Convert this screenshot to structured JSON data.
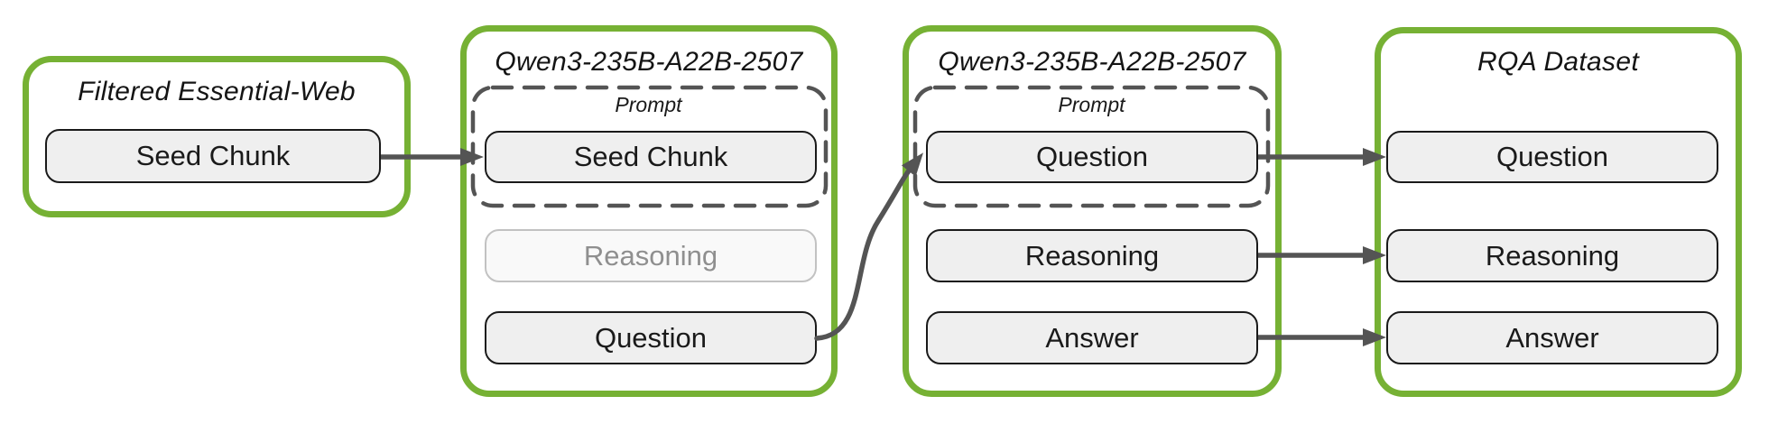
{
  "diagram": {
    "stages": [
      {
        "title": "Filtered Essential-Web",
        "items": [
          {
            "label": "Seed Chunk",
            "state": "normal"
          }
        ]
      },
      {
        "title": "Qwen3-235B-A22B-2507",
        "prompt": {
          "label": "Prompt",
          "items": [
            {
              "label": "Seed Chunk",
              "state": "normal"
            }
          ]
        },
        "outputs": [
          {
            "label": "Reasoning",
            "state": "faded"
          },
          {
            "label": "Question",
            "state": "normal"
          }
        ]
      },
      {
        "title": "Qwen3-235B-A22B-2507",
        "prompt": {
          "label": "Prompt",
          "items": [
            {
              "label": "Question",
              "state": "normal"
            }
          ]
        },
        "outputs": [
          {
            "label": "Reasoning",
            "state": "normal"
          },
          {
            "label": "Answer",
            "state": "normal"
          }
        ]
      },
      {
        "title": "RQA Dataset",
        "items": [
          {
            "label": "Question",
            "state": "normal"
          },
          {
            "label": "Reasoning",
            "state": "normal"
          },
          {
            "label": "Answer",
            "state": "normal"
          }
        ]
      }
    ],
    "arrows": [
      {
        "from": "stage1.seed-chunk",
        "to": "stage2.prompt.seed-chunk",
        "shape": "straight"
      },
      {
        "from": "stage2.question",
        "to": "stage3.prompt.question",
        "shape": "s-curve"
      },
      {
        "from": "stage3.question",
        "to": "stage4.question",
        "shape": "straight"
      },
      {
        "from": "stage3.reasoning",
        "to": "stage4.reasoning",
        "shape": "straight"
      },
      {
        "from": "stage3.answer",
        "to": "stage4.answer",
        "shape": "straight"
      }
    ],
    "colors": {
      "container_border": "#76B134",
      "pill_bg": "#EFEFEF",
      "pill_border": "#1A1A1A",
      "pill_faded_bg": "#F9F9F9",
      "pill_faded_border": "#C2C2C2",
      "pill_faded_text": "#8F8F8F",
      "arrow": "#545454",
      "dashed_border": "#545454"
    }
  }
}
